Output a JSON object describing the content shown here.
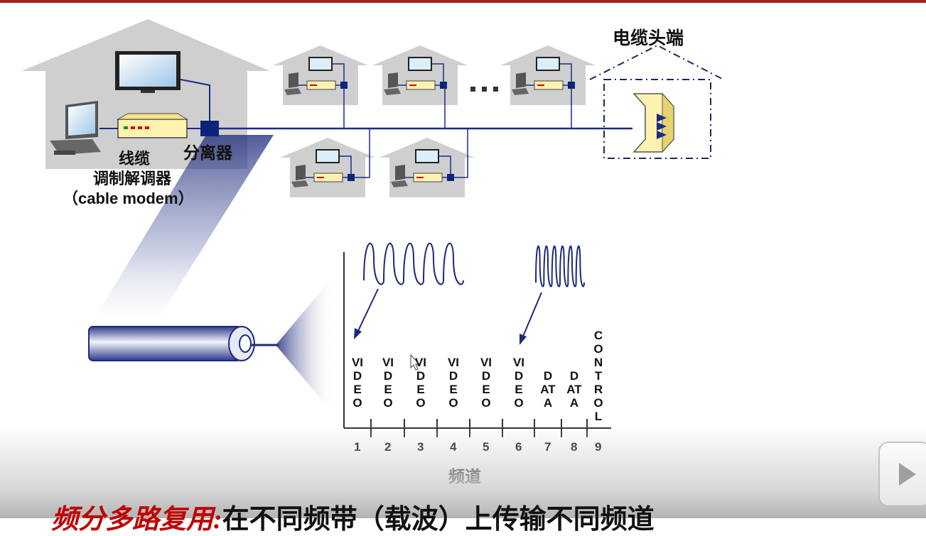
{
  "labels": {
    "headend": "电缆头端",
    "splitter": "分离器",
    "cable": "线缆",
    "modem": "调制解调器",
    "modem_en": "（cable modem）",
    "ellipsis": "...",
    "axis": "频道"
  },
  "channels": [
    {
      "num": "1",
      "label": "VIDEO"
    },
    {
      "num": "2",
      "label": "VIDEO"
    },
    {
      "num": "3",
      "label": "VIDEO"
    },
    {
      "num": "4",
      "label": "VIDEO"
    },
    {
      "num": "5",
      "label": "VIDEO"
    },
    {
      "num": "6",
      "label": "VIDEO"
    },
    {
      "num": "7",
      "label": "DATA"
    },
    {
      "num": "8",
      "label": "DATA"
    },
    {
      "num": "9",
      "label": "CONTROL"
    }
  ],
  "caption": {
    "red": "频分多路复用:",
    "black": "在不同频带（载波）上传输不同频道"
  },
  "colors": {
    "cable_line": "#1a2a8a",
    "house": "#cfcfcf",
    "splitter": "#0c2478",
    "caption_red": "#c00000",
    "top_rule": "#a32020"
  },
  "icons": [
    "tv-icon",
    "computer-icon",
    "modem-icon",
    "splitter-icon",
    "headend-icon",
    "coax-cable-icon",
    "play-icon"
  ]
}
